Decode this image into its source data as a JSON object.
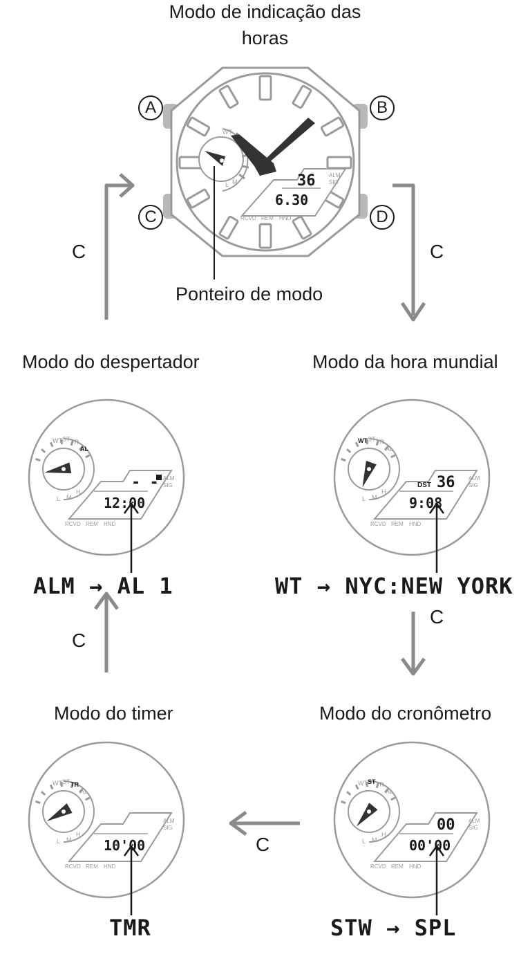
{
  "top": {
    "title_line1": "Modo de indicação das",
    "title_line2": "horas",
    "buttons": {
      "a": "A",
      "b": "B",
      "c": "C",
      "d": "D"
    },
    "pointer_label": "Ponteiro de modo",
    "display": {
      "top_digits": "36",
      "bottom_digits": "6.30",
      "right_labels": [
        "ALM",
        "SIG"
      ],
      "bottom_labels": [
        "RCVD",
        "REM",
        "HND"
      ]
    },
    "dial_marks": [
      "WT",
      "L",
      "M"
    ]
  },
  "transitions": {
    "c": "C"
  },
  "modes": {
    "alarm": {
      "title": "Modo do despertador",
      "display_main": "12:00",
      "display_top": "- -",
      "right_labels": [
        "ALM",
        "SIG"
      ],
      "bottom_labels": [
        "RCVD",
        "REM",
        "HND"
      ],
      "dial_marks": [
        "WT",
        "ST",
        "TR",
        "AL",
        "L",
        "M",
        "H"
      ],
      "active_mark": "AL",
      "readout": "ALM → AL 1"
    },
    "world": {
      "title": "Modo da hora mundial",
      "display_main": "9:08",
      "display_top": "36",
      "display_prefix": "DST",
      "right_labels": [
        "ALM",
        "SIG"
      ],
      "bottom_labels": [
        "RCVD",
        "REM",
        "HND"
      ],
      "dial_marks": [
        "WT",
        "ST",
        "TR",
        "AL",
        "L",
        "M",
        "H"
      ],
      "active_mark": "WT",
      "readout": "WT → NYC:NEW YORK"
    },
    "timer": {
      "title": "Modo do timer",
      "display_main": "10'00",
      "right_labels": [
        "ALM",
        "SIG"
      ],
      "bottom_labels": [
        "RCVD",
        "REM",
        "HND"
      ],
      "dial_marks": [
        "WT",
        "ST",
        "TR",
        "AL",
        "L",
        "M",
        "H"
      ],
      "active_mark": "TR",
      "readout": "TMR"
    },
    "stopwatch": {
      "title": "Modo do cronômetro",
      "display_main": "00'00",
      "display_top": "00",
      "right_labels": [
        "ALM",
        "SIG"
      ],
      "bottom_labels": [
        "RCVD",
        "REM",
        "HND"
      ],
      "dial_marks": [
        "WT",
        "ST",
        "TR",
        "AL",
        "L",
        "M",
        "H"
      ],
      "active_mark": "ST",
      "readout": "STW → SPL"
    }
  },
  "colors": {
    "outline": "#9a9a9a",
    "arrow": "#8a8a8a",
    "ink": "#1a1a1a",
    "hand": "#333333"
  }
}
